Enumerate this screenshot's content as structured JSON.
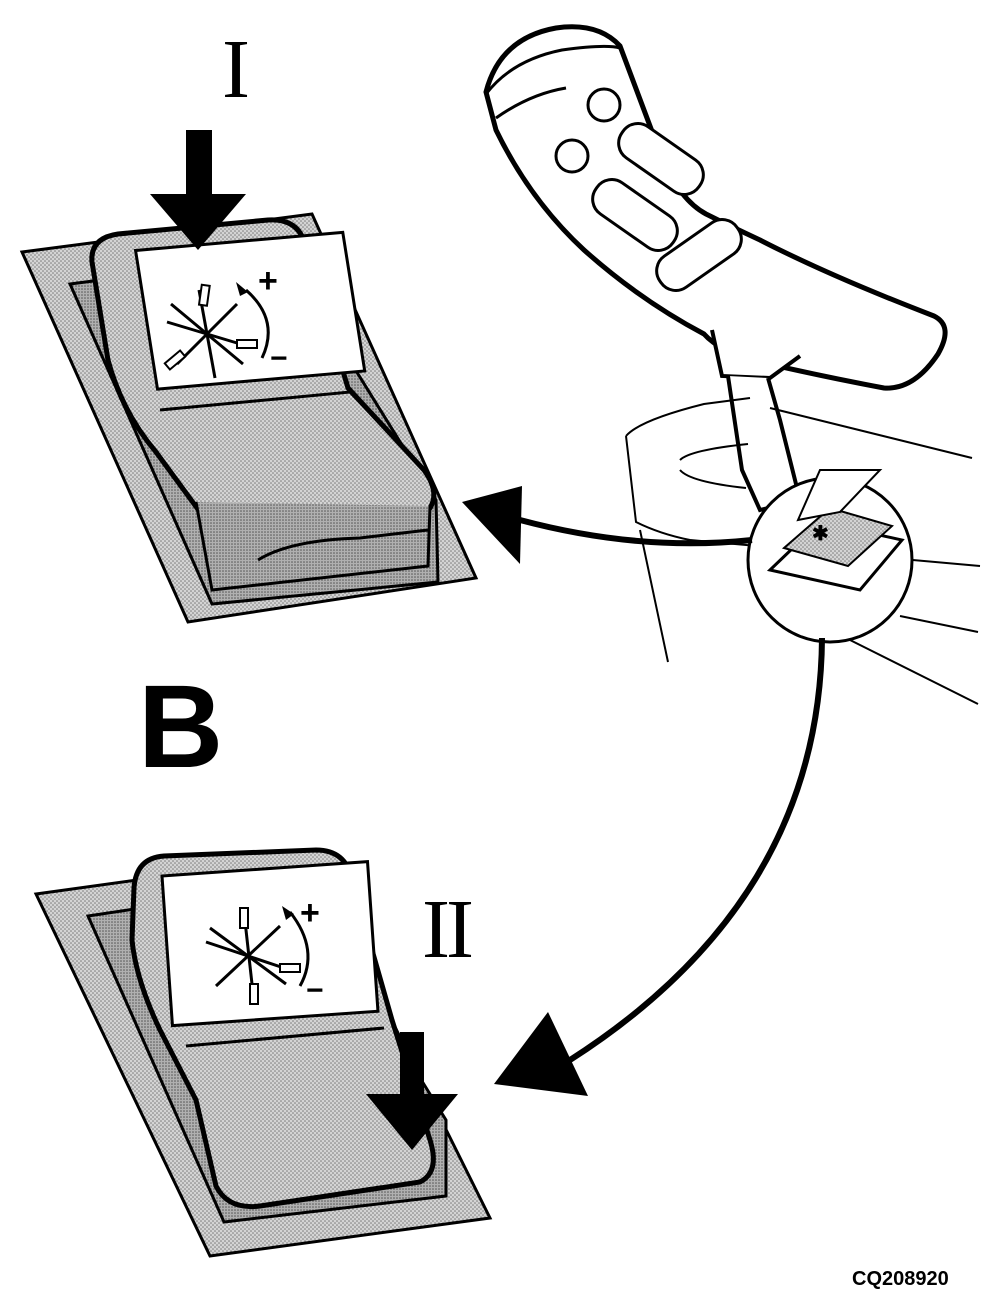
{
  "labels": {
    "position_one": "I",
    "position_two": "II",
    "view_letter": "B",
    "figure_code": "CQ208920"
  },
  "icons": {
    "symbol": "fan-speed-icon",
    "plus": "+",
    "minus": "−"
  },
  "colors": {
    "ink": "#000000",
    "paper": "#ffffff",
    "panel_shade": "#bdbdbd",
    "switch_shade": "#a8a8a8"
  }
}
